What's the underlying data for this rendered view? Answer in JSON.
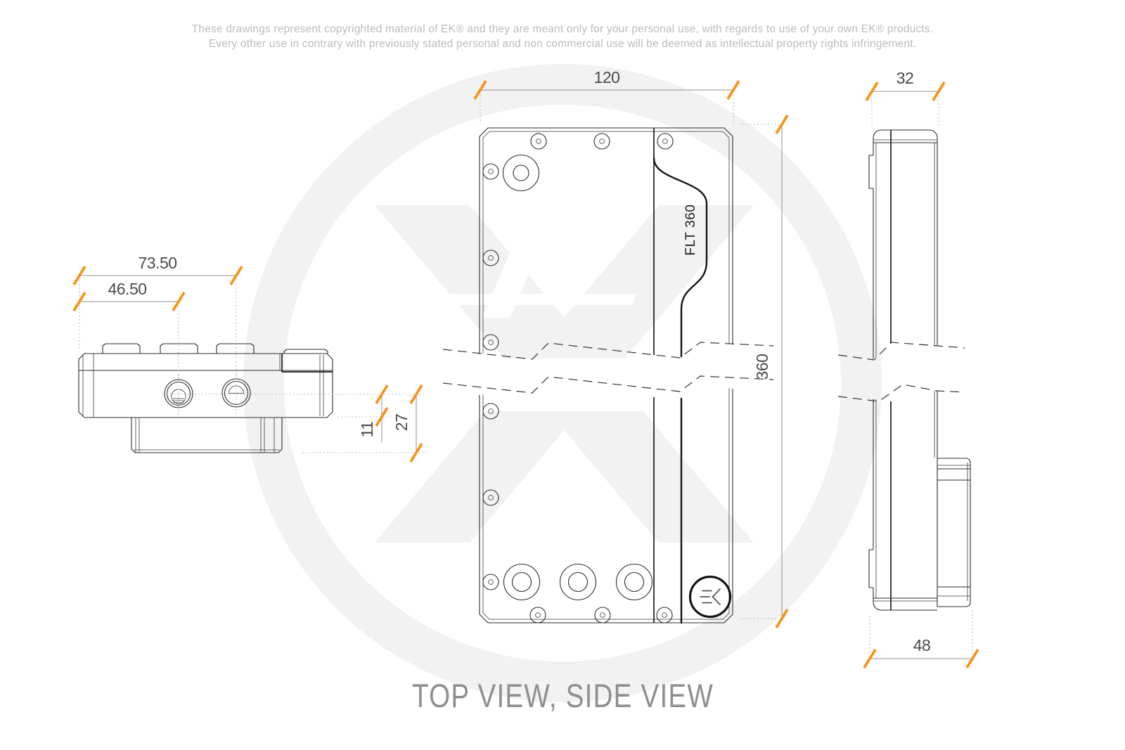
{
  "sheet": {
    "disclaimer_line1": "These drawings represent copyrighted material of EK® and they are meant only for your personal use, with regards to use of your own EK® products.",
    "disclaimer_line2": "Every other use in contrary with previously stated personal and non commercial use will be deemed as intellectual property rights infringement.",
    "title": "TOP VIEW, SIDE VIEW"
  },
  "product": {
    "label": "FLT 360",
    "brand": "EK"
  },
  "dimensions": {
    "front_width": "120",
    "front_height": "360",
    "side_depth": "32",
    "side_pump_depth": "48",
    "top_port2_offset": "73.50",
    "top_port1_offset": "46.50",
    "top_centerline_to_face": "11",
    "top_centerline_to_pump_face": "27"
  },
  "colors": {
    "accent_orange": "#f7941d",
    "line_dark": "#2d2d2d",
    "dimension_text": "#4a4a4a",
    "watermark_gray": "#f2f2f2",
    "disclaimer_gray": "#bcbcbc",
    "title_gray": "#8f8f8f"
  }
}
